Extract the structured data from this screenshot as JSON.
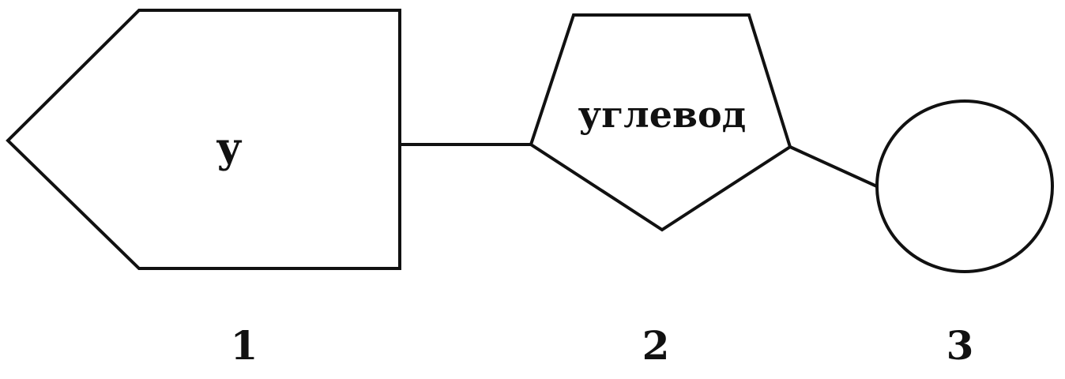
{
  "diagram": {
    "parts": [
      {
        "label": "у",
        "number": "1"
      },
      {
        "label": "углевод",
        "number": "2"
      },
      {
        "label": "",
        "number": "3"
      }
    ],
    "colors": {
      "stroke": "#111111",
      "fill": "#ffffff",
      "text": "#111111"
    }
  }
}
